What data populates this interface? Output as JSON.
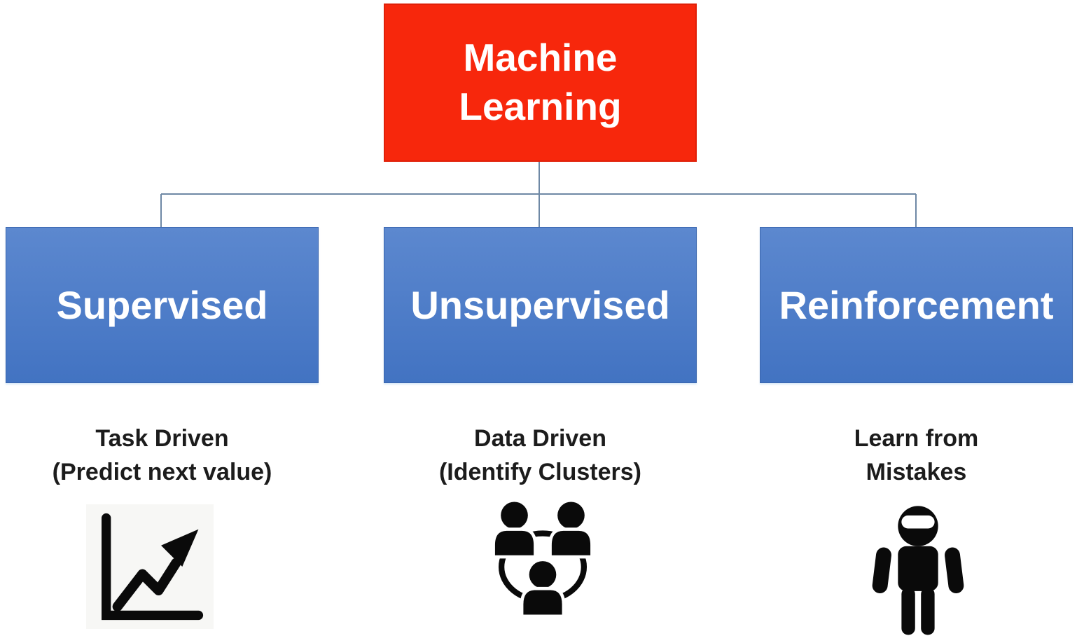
{
  "diagram_title": "Machine Learning taxonomy flowchart",
  "root": {
    "line1": "Machine",
    "line2": "Learning"
  },
  "branches": [
    {
      "label": "Supervised",
      "sub_line1": "Task Driven",
      "sub_line2": "(Predict next value)",
      "icon": "trend-chart-icon"
    },
    {
      "label": "Unsupervised",
      "sub_line1": "Data Driven",
      "sub_line2": "(Identify Clusters)",
      "icon": "cluster-people-icon"
    },
    {
      "label": "Reinforcement",
      "sub_line1": "Learn from",
      "sub_line2": "Mistakes",
      "icon": "robot-icon"
    }
  ],
  "colors": {
    "root_color": "#F7270C",
    "root_border": "#E02008",
    "branch_top": "#5C88CF",
    "branch_bottom": "#4273C2",
    "branch_border": "#3A66AE",
    "connector_color": "#6E88A5",
    "icon_color": "#0A0A0A",
    "label_color": "#1C1C1C"
  }
}
